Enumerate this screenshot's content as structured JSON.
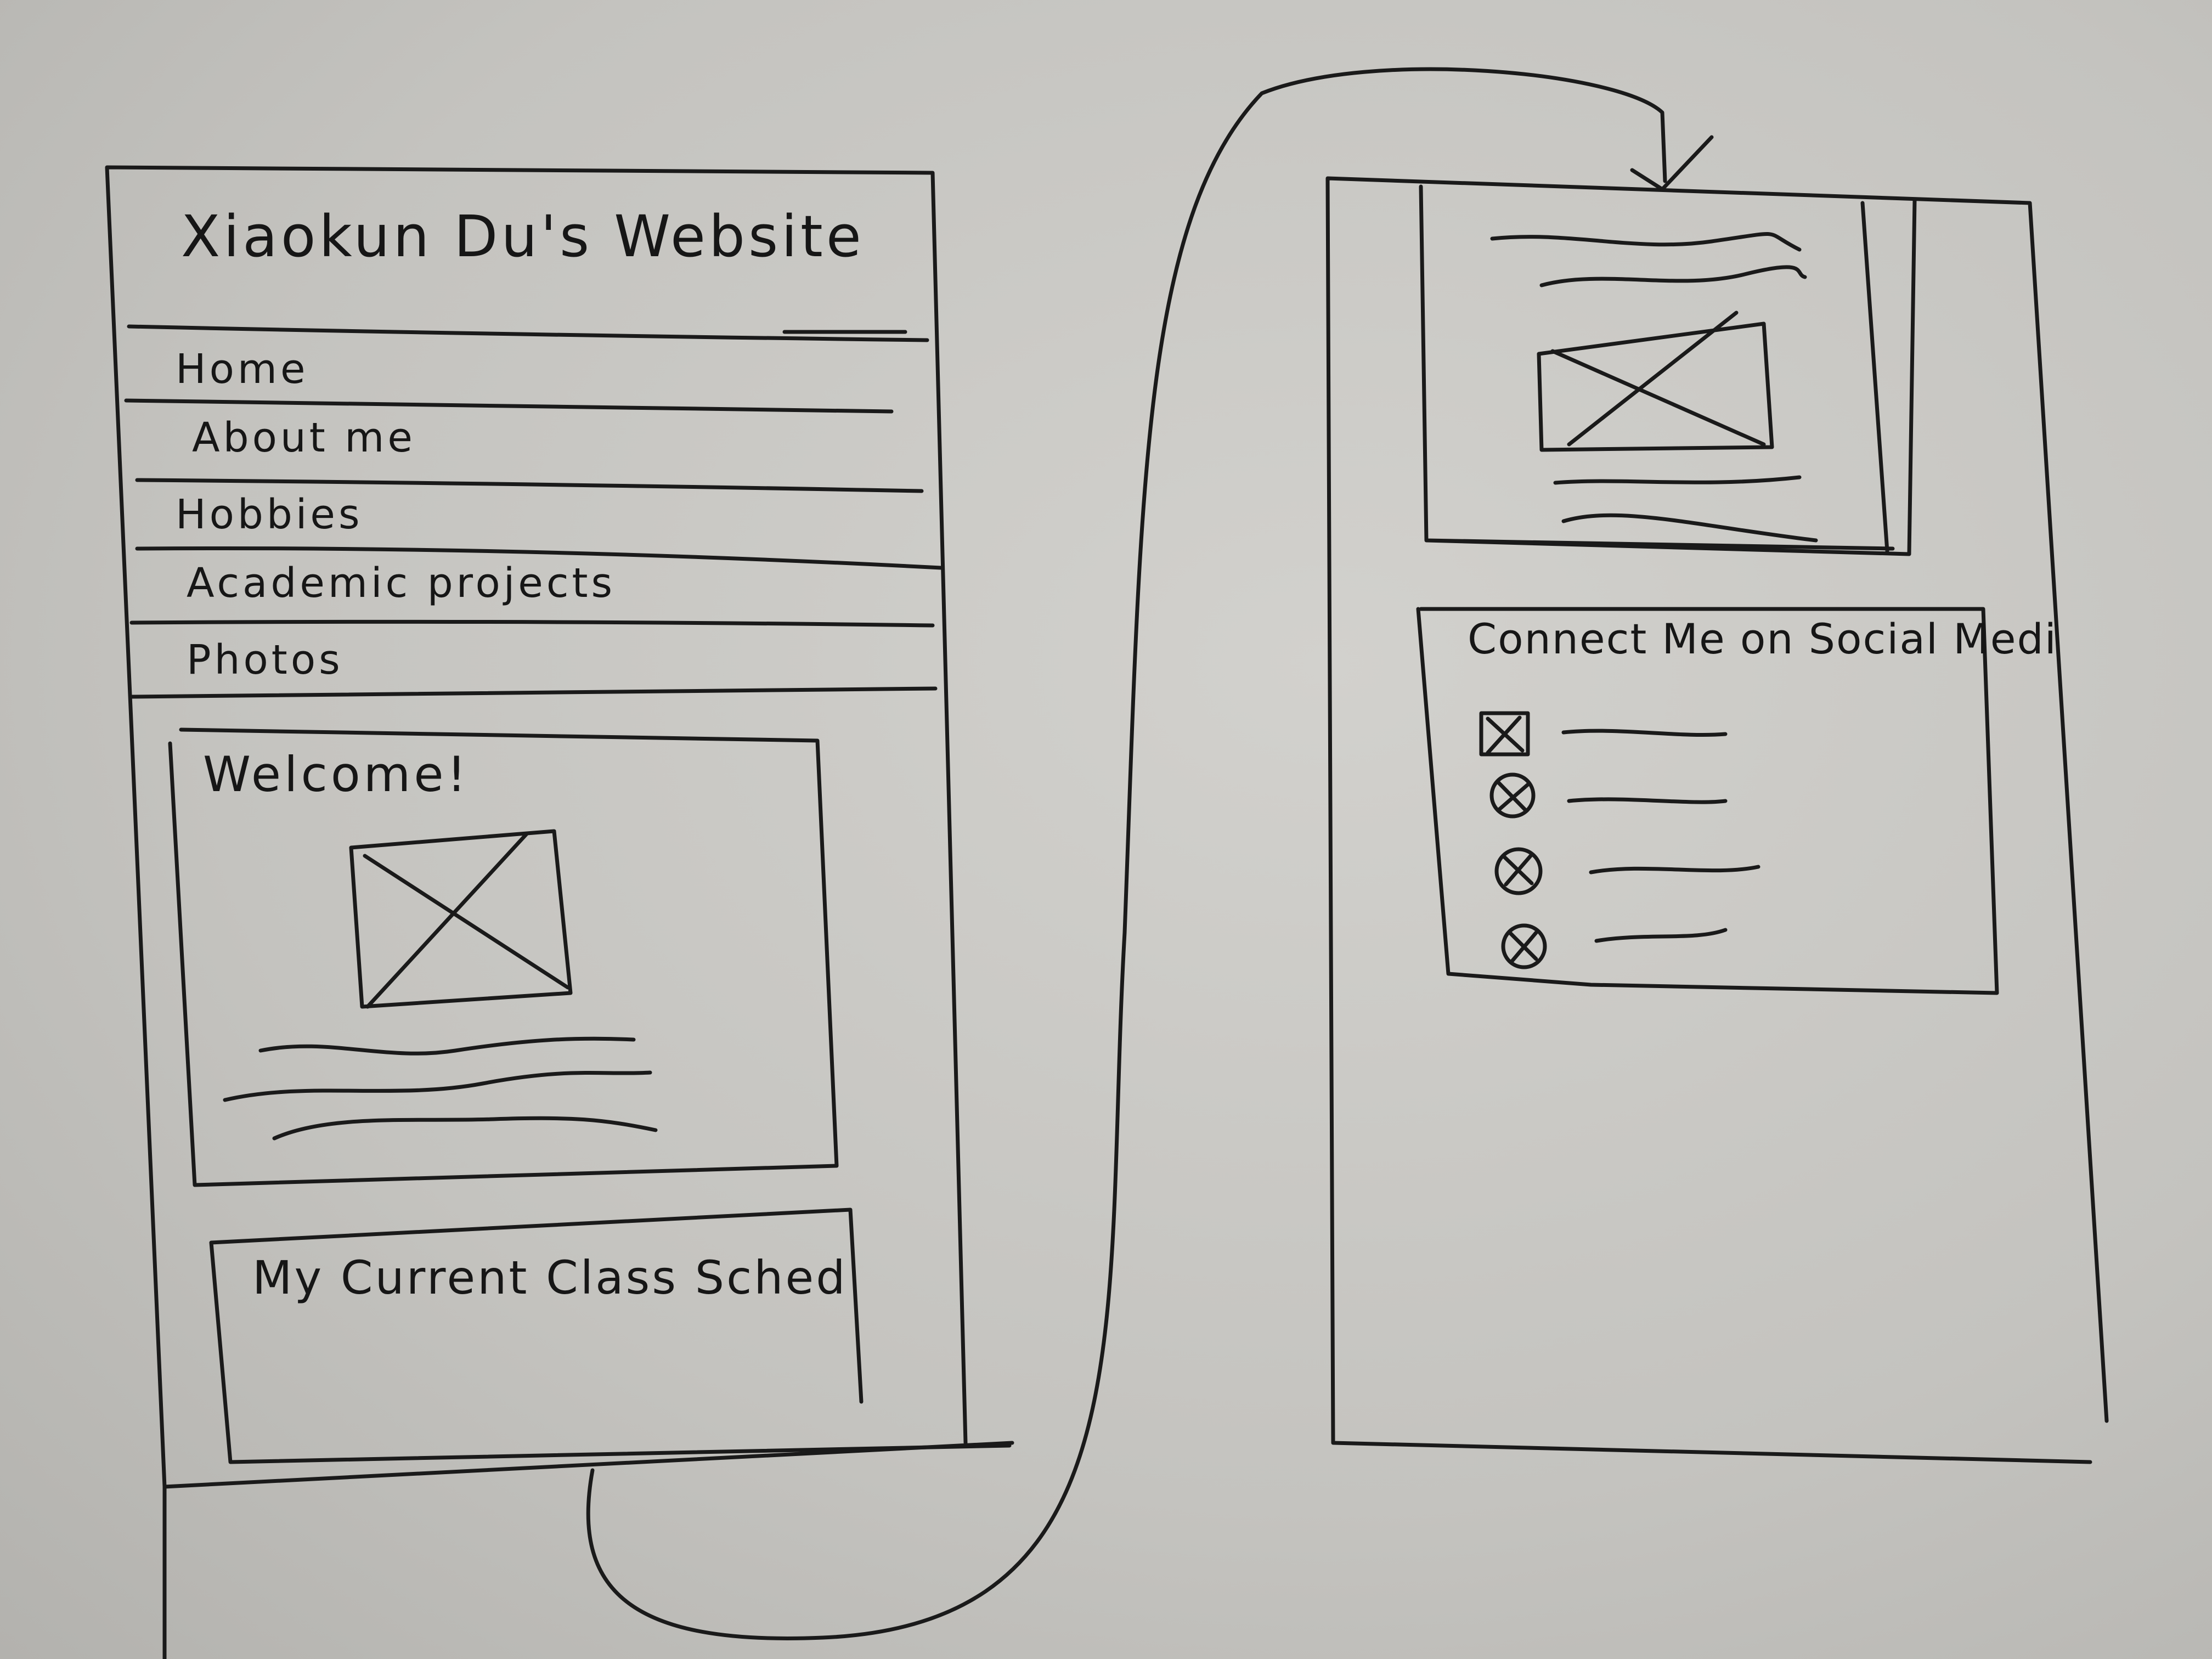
{
  "site": {
    "title": "Xiaokun Du's Website"
  },
  "nav": {
    "items": [
      {
        "label": "Home"
      },
      {
        "label": "About me"
      },
      {
        "label": "Hobbies"
      },
      {
        "label": "Academic projects"
      },
      {
        "label": "Photos"
      }
    ]
  },
  "welcome": {
    "heading": "Welcome!",
    "image_icon": "image-placeholder-icon"
  },
  "schedule": {
    "heading": "My Current Class Schedule"
  },
  "social": {
    "heading": "Connect Me on Social Media!",
    "icons": [
      "social-icon",
      "social-icon",
      "social-icon",
      "social-icon"
    ]
  },
  "colors": {
    "paper": "#c9c8c4",
    "ink": "#1a1a1a"
  }
}
